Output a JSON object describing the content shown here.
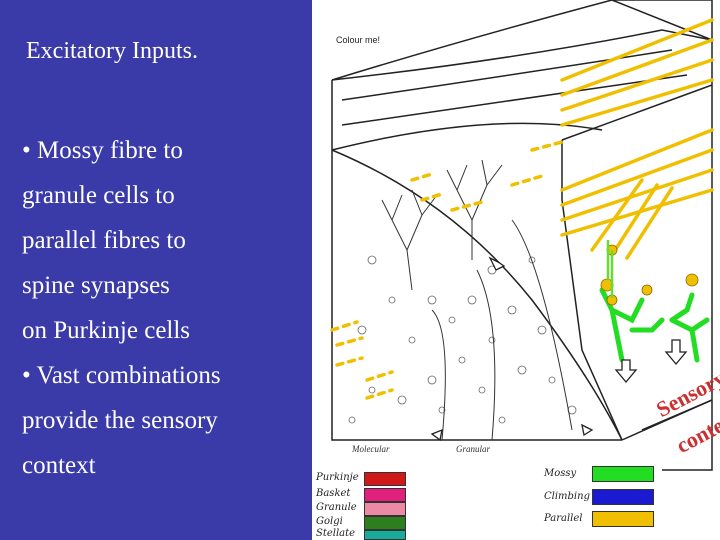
{
  "slide": {
    "title": "Excitatory Inputs.",
    "bullet_lines": [
      "• Mossy fibre to",
      "granule cells to",
      "parallel fibres to",
      "spine synapses",
      "on Purkinje cells",
      "• Vast combinations",
      "provide  the sensory",
      " context"
    ]
  },
  "diagram": {
    "note": "Colour me!",
    "axis_labels": {
      "molecular": "Molecular",
      "granular": "Granular"
    },
    "sensory_text": {
      "line1": "Sensory",
      "line2": "context"
    },
    "legend_left": [
      {
        "label": "Purkinje",
        "color": "#d01818"
      },
      {
        "label": "Basket",
        "color": "#e0207a"
      },
      {
        "label": "Granule",
        "color": "#ec8aa6"
      },
      {
        "label": "Golgi",
        "color": "#2e7d1e"
      },
      {
        "label": "Stellate",
        "color": "#1aaa9a"
      }
    ],
    "legend_right": [
      {
        "label": "Mossy",
        "color": "#22dd22"
      },
      {
        "label": "Climbing",
        "color": "#1a1ad0"
      },
      {
        "label": "Parallel",
        "color": "#f0c000"
      }
    ]
  }
}
